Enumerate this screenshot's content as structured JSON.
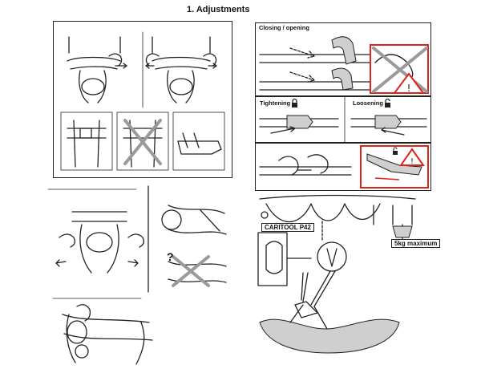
{
  "section_title": "1. Adjustments",
  "panels": {
    "closing_opening": {
      "label": "Closing / opening"
    },
    "tightening": {
      "label": "Tightening"
    },
    "loosening": {
      "label": "Loosening"
    },
    "caritool": {
      "label": "CARITOOL P42"
    },
    "max_load": {
      "label": "5kg maximum"
    },
    "question_mark": "?"
  },
  "icons": {
    "lock_closed": "padlock-closed-icon",
    "lock_open": "padlock-open-icon",
    "warning": "warning-triangle-icon"
  },
  "colors": {
    "warning": "#d9261c",
    "ink": "#222222",
    "shade": "#cfcfcf"
  }
}
